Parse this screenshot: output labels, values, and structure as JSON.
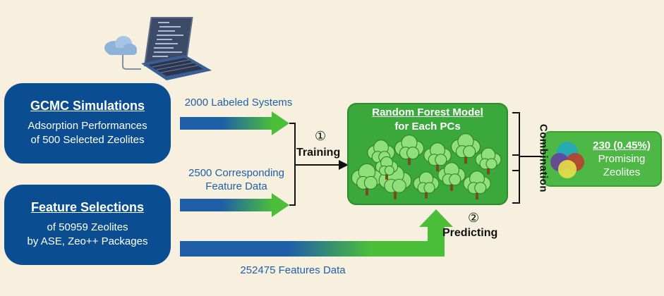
{
  "gcmc": {
    "title": "GCMC Simulations",
    "line1": "Adsorption Performances",
    "line2": "of 500 Selected Zeolites"
  },
  "feature": {
    "title": "Feature Selections",
    "line1": "of 50959 Zeolites",
    "line2": "by ASE, Zeo++ Packages"
  },
  "labels": {
    "labeled_systems": "2000 Labeled Systems",
    "feature_data_1": "2500 Corresponding",
    "feature_data_2": "Feature Data",
    "features_data": "252475 Features Data",
    "training_num": "①",
    "training": "Training",
    "predicting_num": "②",
    "predicting": "Predicting",
    "combination": "Combination"
  },
  "model": {
    "title_line1": "Random Forest Model",
    "title_line2": "for Each PCs"
  },
  "result": {
    "value": "230 (0.45%)",
    "line1": "Promising",
    "line2": "Zeolites"
  },
  "icons": [
    "cloud-icon",
    "laptop-icon",
    "tree-icon",
    "venn-icon"
  ],
  "colors": {
    "background": "#f8f0de",
    "box_blue": "#0b4d91",
    "model_green": "#3aa83a",
    "arrow_start": "#1f5fa8",
    "arrow_end": "#4cbf3a",
    "label_blue": "#1f5fa8"
  }
}
